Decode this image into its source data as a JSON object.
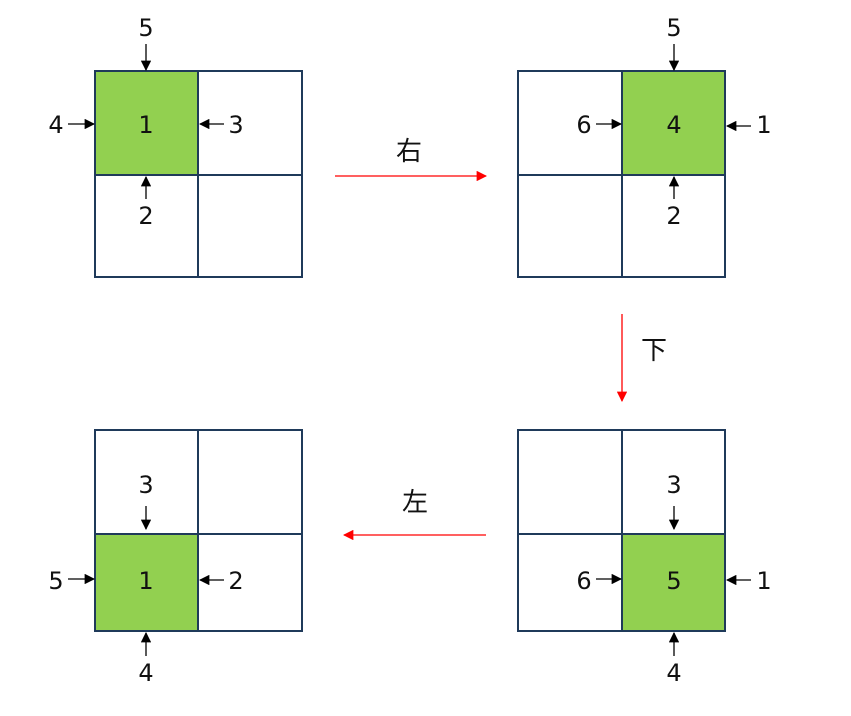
{
  "colors": {
    "active": "#92d050",
    "empty": "#ffffff",
    "grid": "#1f3a5a",
    "move_arrow": "#ff0000",
    "label_arrow": "#000000"
  },
  "moves": {
    "right": "右",
    "down": "下",
    "left": "左"
  },
  "panels": [
    {
      "id": "top-left",
      "active_cell": "top-left",
      "center": "1",
      "top": "5",
      "left": "4",
      "right": "3",
      "bottom": "2"
    },
    {
      "id": "top-right",
      "active_cell": "top-right",
      "center": "4",
      "top": "5",
      "left": "6",
      "right": "1",
      "bottom": "2"
    },
    {
      "id": "bottom-right",
      "active_cell": "bottom-right",
      "center": "5",
      "top": "3",
      "left": "6",
      "right": "1",
      "bottom": "4"
    },
    {
      "id": "bottom-left",
      "active_cell": "bottom-left",
      "center": "1",
      "top": "3",
      "left": "5",
      "right": "2",
      "bottom": "4"
    }
  ]
}
